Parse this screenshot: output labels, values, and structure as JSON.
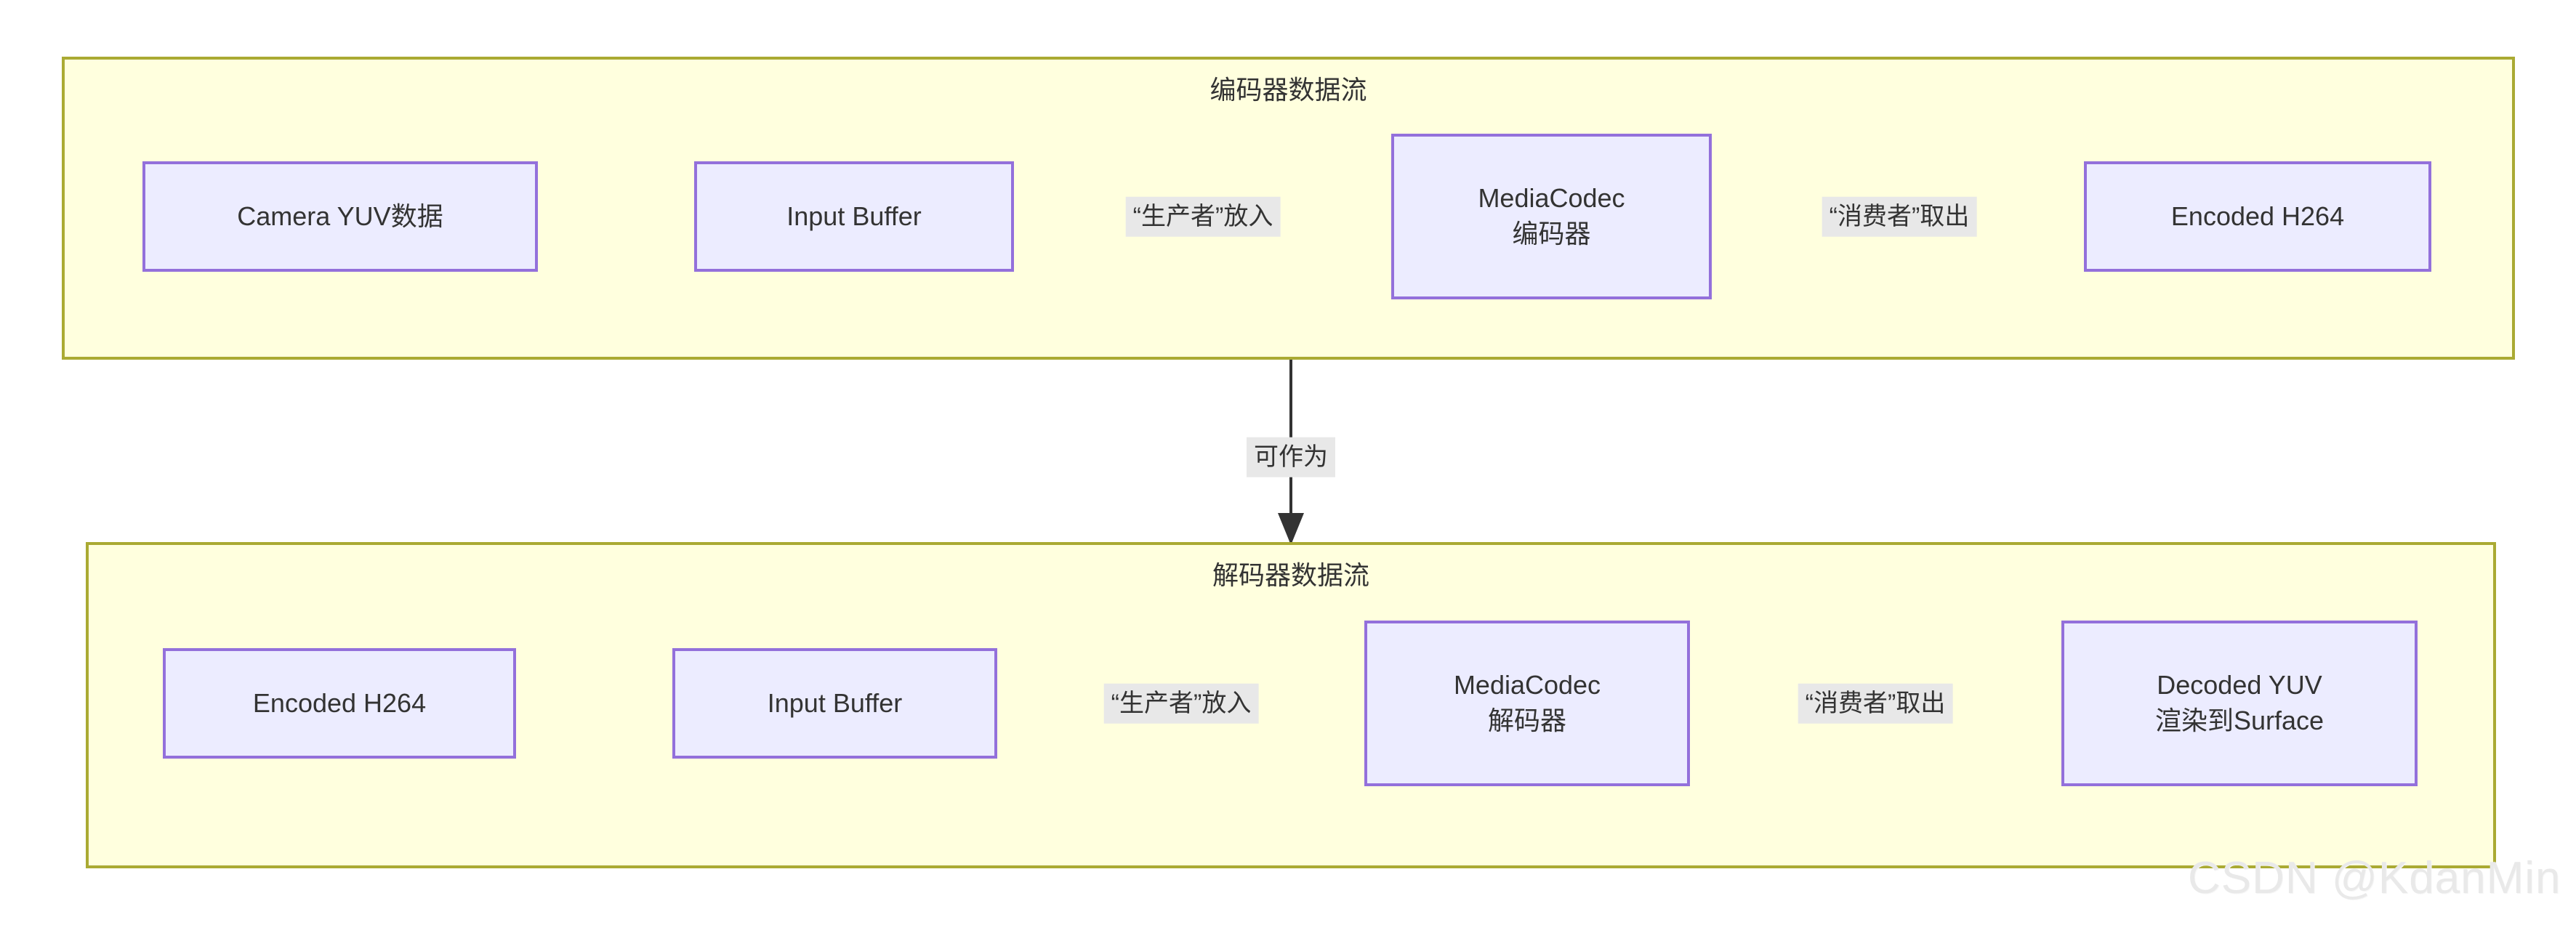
{
  "diagram": {
    "title_encoder": "编码器数据流",
    "title_decoder": "解码器数据流",
    "watermark": "CSDN @KdanMin",
    "colors": {
      "container_fill": "#ffffde",
      "container_border": "#aaaa33",
      "node_fill": "#ececff",
      "node_border": "#9370db",
      "edge_stroke": "#333333",
      "edge_label_bg": "#e8e8e8",
      "text": "#333333",
      "watermark": "#e9e9e9",
      "page_bg": "#ffffff"
    }
  },
  "encoder_flow": {
    "title": "编码器数据流",
    "nodes": [
      {
        "id": "enc-camera",
        "label": "Camera YUV数据",
        "label2": ""
      },
      {
        "id": "enc-input-buffer",
        "label": "Input Buffer",
        "label2": ""
      },
      {
        "id": "enc-mediacodec",
        "label": "MediaCodec",
        "label2": "编码器"
      },
      {
        "id": "enc-encoded-h264",
        "label": "Encoded H264",
        "label2": ""
      }
    ],
    "edges": [
      {
        "from": "enc-camera",
        "to": "enc-input-buffer",
        "label": ""
      },
      {
        "from": "enc-input-buffer",
        "to": "enc-mediacodec",
        "label": "“生产者”放入"
      },
      {
        "from": "enc-mediacodec",
        "to": "enc-encoded-h264",
        "label": "“消费者”取出"
      }
    ]
  },
  "bridge_edge": {
    "label": "可作为",
    "from": "encoder_flow",
    "to": "decoder_flow"
  },
  "decoder_flow": {
    "title": "解码器数据流",
    "nodes": [
      {
        "id": "dec-encoded-h264",
        "label": "Encoded H264",
        "label2": ""
      },
      {
        "id": "dec-input-buffer",
        "label": "Input Buffer",
        "label2": ""
      },
      {
        "id": "dec-mediacodec",
        "label": "MediaCodec",
        "label2": "解码器"
      },
      {
        "id": "dec-decoded-yuv",
        "label": "Decoded YUV",
        "label2": "渲染到Surface"
      }
    ],
    "edges": [
      {
        "from": "dec-encoded-h264",
        "to": "dec-input-buffer",
        "label": ""
      },
      {
        "from": "dec-input-buffer",
        "to": "dec-mediacodec",
        "label": "“生产者”放入"
      },
      {
        "from": "dec-mediacodec",
        "to": "dec-decoded-yuv",
        "label": "“消费者”取出"
      }
    ]
  }
}
